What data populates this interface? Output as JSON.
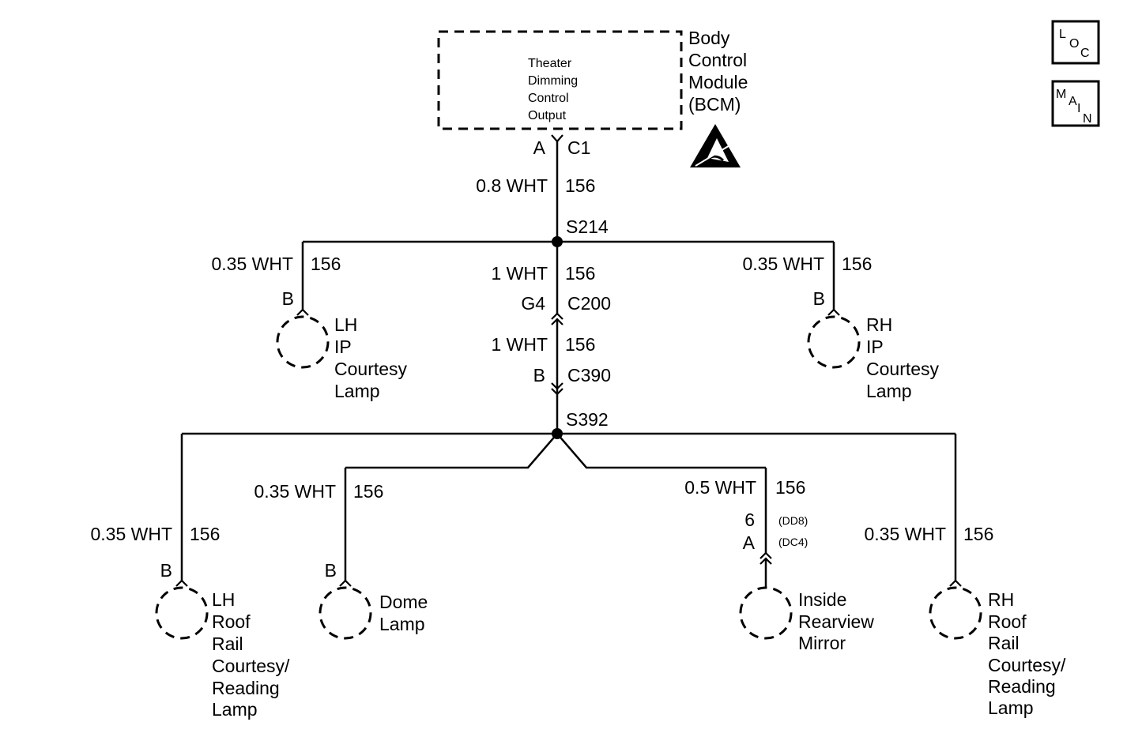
{
  "bcm": {
    "name_lines": [
      "Body",
      "Control",
      "Module",
      "(BCM)"
    ],
    "output_lines": [
      "Theater",
      "Dimming",
      "Control",
      "Output"
    ],
    "pin": "A",
    "connector": "C1",
    "esd_icon": "esd-warning-icon"
  },
  "icons": {
    "loc": [
      "L",
      "O",
      "C"
    ],
    "main": [
      "M",
      "A",
      "I",
      "N"
    ]
  },
  "wires": {
    "bcm_wire": {
      "gauge": "0.8 WHT",
      "circuit": "156"
    },
    "lh_ip": {
      "gauge": "0.35 WHT",
      "circuit": "156"
    },
    "rh_ip": {
      "gauge": "0.35 WHT",
      "circuit": "156"
    },
    "c200_upper": {
      "gauge": "1 WHT",
      "circuit": "156"
    },
    "c200_lower": {
      "gauge": "1 WHT",
      "circuit": "156"
    },
    "dome": {
      "gauge": "0.35 WHT",
      "circuit": "156"
    },
    "lh_roof": {
      "gauge": "0.35 WHT",
      "circuit": "156"
    },
    "mirror": {
      "gauge": "0.5 WHT",
      "circuit": "156"
    },
    "rh_roof": {
      "gauge": "0.35 WHT",
      "circuit": "156"
    }
  },
  "splices": {
    "upper": "S214",
    "lower": "S392"
  },
  "connectors": {
    "c200": {
      "pin": "G4",
      "name": "C200"
    },
    "c390": {
      "pin": "B",
      "name": "C390"
    },
    "mirror": {
      "pin_dd8": "6",
      "pin_dc4": "A",
      "opt_dd8": "(DD8)",
      "opt_dc4": "(DC4)"
    }
  },
  "lamps": {
    "lh_ip": {
      "pin": "B",
      "label_lines": [
        "LH",
        "IP",
        "Courtesy",
        "Lamp"
      ]
    },
    "rh_ip": {
      "pin": "B",
      "label_lines": [
        "RH",
        "IP",
        "Courtesy",
        "Lamp"
      ]
    },
    "lh_roof": {
      "pin": "B",
      "label_lines": [
        "LH",
        "Roof",
        "Rail",
        "Courtesy/",
        "Reading",
        "Lamp"
      ]
    },
    "dome": {
      "pin": "B",
      "label_lines": [
        "Dome",
        "Lamp"
      ]
    },
    "mirror": {
      "label_lines": [
        "Inside",
        "Rearview",
        "Mirror"
      ]
    },
    "rh_roof": {
      "label_lines": [
        "RH",
        "Roof",
        "Rail",
        "Courtesy/",
        "Reading",
        "Lamp"
      ]
    }
  }
}
